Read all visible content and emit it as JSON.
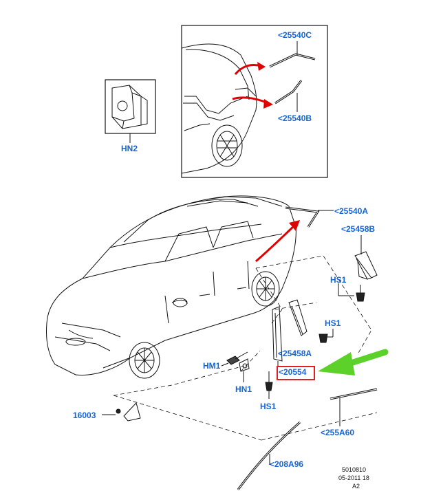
{
  "labels": {
    "inset_top": "<25540C",
    "inset_bottom": "<25540B",
    "hn2": "HN2",
    "p25540a": "<25540A",
    "p25458b": "<25458B",
    "hs1_right_top": "HS1",
    "hs1_right_mid": "HS1",
    "p25458a": "<25458A",
    "p20554": "<20554",
    "hm1": "HM1",
    "hn1": "HN1",
    "hs1_bottom": "HS1",
    "p16003": "16003",
    "p255a60": "<255A60",
    "p208a96": "<208A96"
  },
  "footer": {
    "code": "5010810",
    "date": "05-2011 18",
    "sheet": "A2"
  },
  "colors": {
    "label_blue": "#1565d8",
    "highlight_red": "#e02020",
    "arrow_green": "#5bd12a",
    "arrow_red": "#e00000",
    "line": "#111111"
  }
}
